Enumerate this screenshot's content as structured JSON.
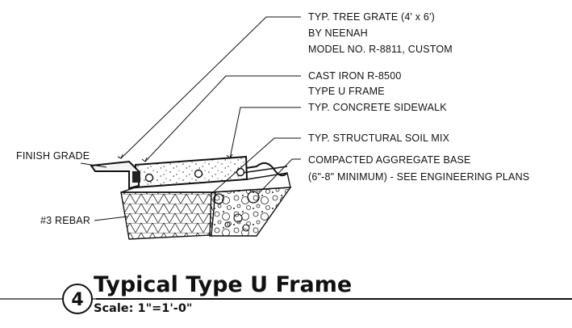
{
  "callouts": {
    "tree_grate": [
      "TYP. TREE GRATE (4' x 6')",
      "BY NEENAH",
      "MODEL NO. R-8811, CUSTOM"
    ],
    "frame": [
      "CAST IRON  R-8500",
      "TYPE U FRAME"
    ],
    "sidewalk": "TYP. CONCRETE SIDEWALK",
    "soil_mix": "TYP. STRUCTURAL SOIL MIX",
    "aggregate": [
      "COMPACTED AGGREGATE BASE",
      "(6\"-8\" MINIMUM) - SEE ENGINEERING PLANS"
    ],
    "finish_grade": "FINISH GRADE",
    "rebar": "#3 REBAR"
  },
  "detail": {
    "number": "4",
    "title": "Typical Type U Frame",
    "scale": "Scale: 1\"=1'-0\""
  }
}
